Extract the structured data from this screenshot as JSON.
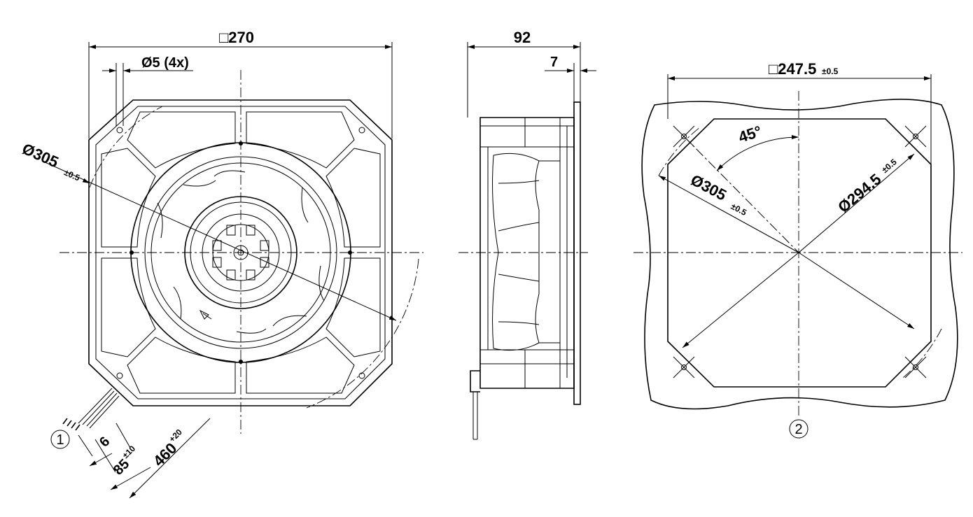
{
  "front_view": {
    "dim_square": "□270",
    "dim_holes": "Ø5 (4x)",
    "dim_diameter": "Ø305",
    "dim_diameter_tol": "±0.5",
    "dim_wire_strip": "6",
    "dim_wire_length": "85",
    "dim_wire_length_tol": "±10",
    "dim_cable_length": "460",
    "dim_cable_length_tol": "+20",
    "callout": "1"
  },
  "side_view": {
    "dim_depth": "92",
    "dim_flange": "7"
  },
  "cutout_view": {
    "dim_square": "□247.5",
    "dim_square_tol": "±0.5",
    "dim_angle": "45°",
    "dim_diameter": "Ø305",
    "dim_diameter_tol": "±0.5",
    "dim_hole_circle": "Ø294.5",
    "dim_hole_circle_tol": "±0.5",
    "callout": "2"
  }
}
